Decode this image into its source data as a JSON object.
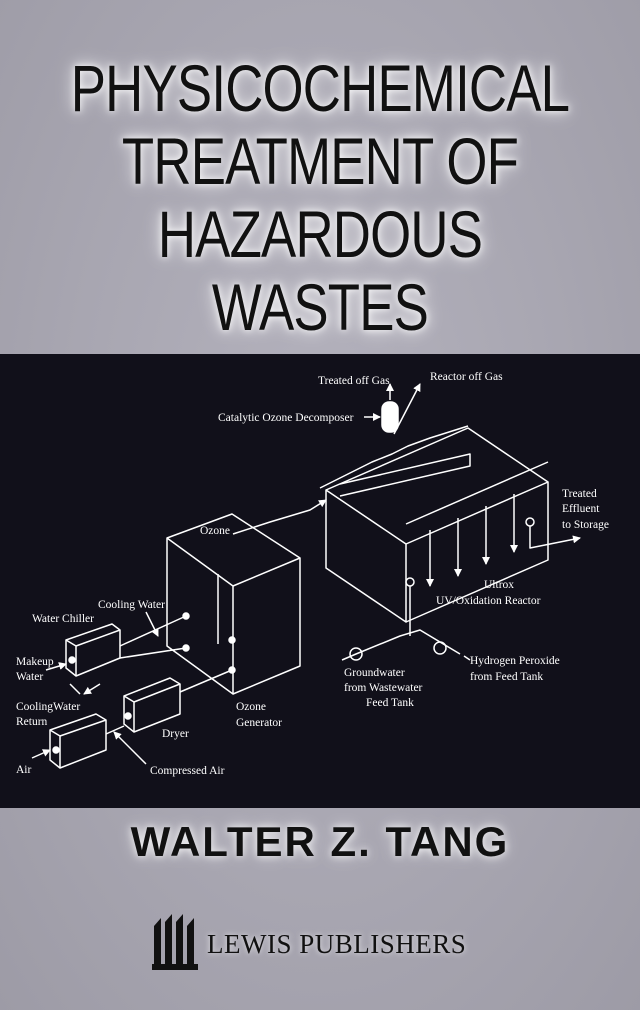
{
  "cover": {
    "title_lines": [
      "PHYSICOCHEMICAL",
      "TREATMENT OF",
      "HAZARDOUS",
      "WASTES"
    ],
    "author": "WALTER Z. TANG",
    "publisher": "LEWIS PUBLISHERS",
    "colors": {
      "background": "#a9a7b2",
      "panel": "#11101a",
      "text": "#111111",
      "diagram_lines": "#ffffff"
    }
  },
  "diagram": {
    "labels": {
      "treated_off_gas": "Treated off Gas",
      "reactor_off_gas": "Reactor off Gas",
      "catalytic_ozone_decomposer": "Catalytic Ozone Decomposer",
      "treated_effluent_1": "Treated",
      "treated_effluent_2": "Effluent",
      "treated_effluent_3": "to Storage",
      "ozone": "Ozone",
      "ultrox_1": "Ultrox",
      "ultrox_2": "UV/Oxidation Reactor",
      "cooling_water": "Cooling Water",
      "water_chiller": "Water Chiller",
      "makeup_water_1": "Makeup",
      "makeup_water_2": "Water",
      "cooling_water_return_1": "CoolingWater",
      "cooling_water_return_2": "Return",
      "ozone_generator_1": "Ozone",
      "ozone_generator_2": "Generator",
      "dryer": "Dryer",
      "air": "Air",
      "compressed_air": "Compressed Air",
      "groundwater_1": "Groundwater",
      "groundwater_2": "from Wastewater",
      "groundwater_3": "Feed Tank",
      "hydrogen_peroxide_1": "Hydrogen Peroxide",
      "hydrogen_peroxide_2": "from Feed Tank"
    }
  }
}
